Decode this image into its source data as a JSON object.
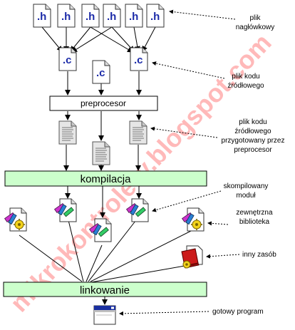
{
  "files": {
    "header_ext": ".h",
    "source_ext": ".c"
  },
  "stages": {
    "preprocessor": "preprocesor",
    "compile": "kompilacja",
    "link": "linkowanie"
  },
  "annotations": {
    "header_file": [
      "plik",
      "nagłówkowy"
    ],
    "source_file": [
      "plik kodu",
      "źródłowego"
    ],
    "preprocessed_file": [
      "plik kodu",
      "źródłowego",
      "przygotowany przez",
      "preprocesor"
    ],
    "compiled_module": [
      "skompilowany",
      "moduł"
    ],
    "external_library": [
      "zewnętrzna",
      "biblioteka"
    ],
    "other_resource": "inny zasób",
    "ready_program": "gotowy program"
  },
  "watermark": "mikrokontrolery.blogspot.com",
  "colors": {
    "stage_fill": "#ccffcc",
    "ext_text": "#1b2aa8",
    "watermark": "#ff2a2a"
  },
  "icons": {
    "header": "document-icon",
    "source": "document-icon",
    "preprocessed": "text-document-icon",
    "module": "object-file-icon",
    "library": "library-icon",
    "resource": "resource-icon",
    "program": "window-icon"
  }
}
